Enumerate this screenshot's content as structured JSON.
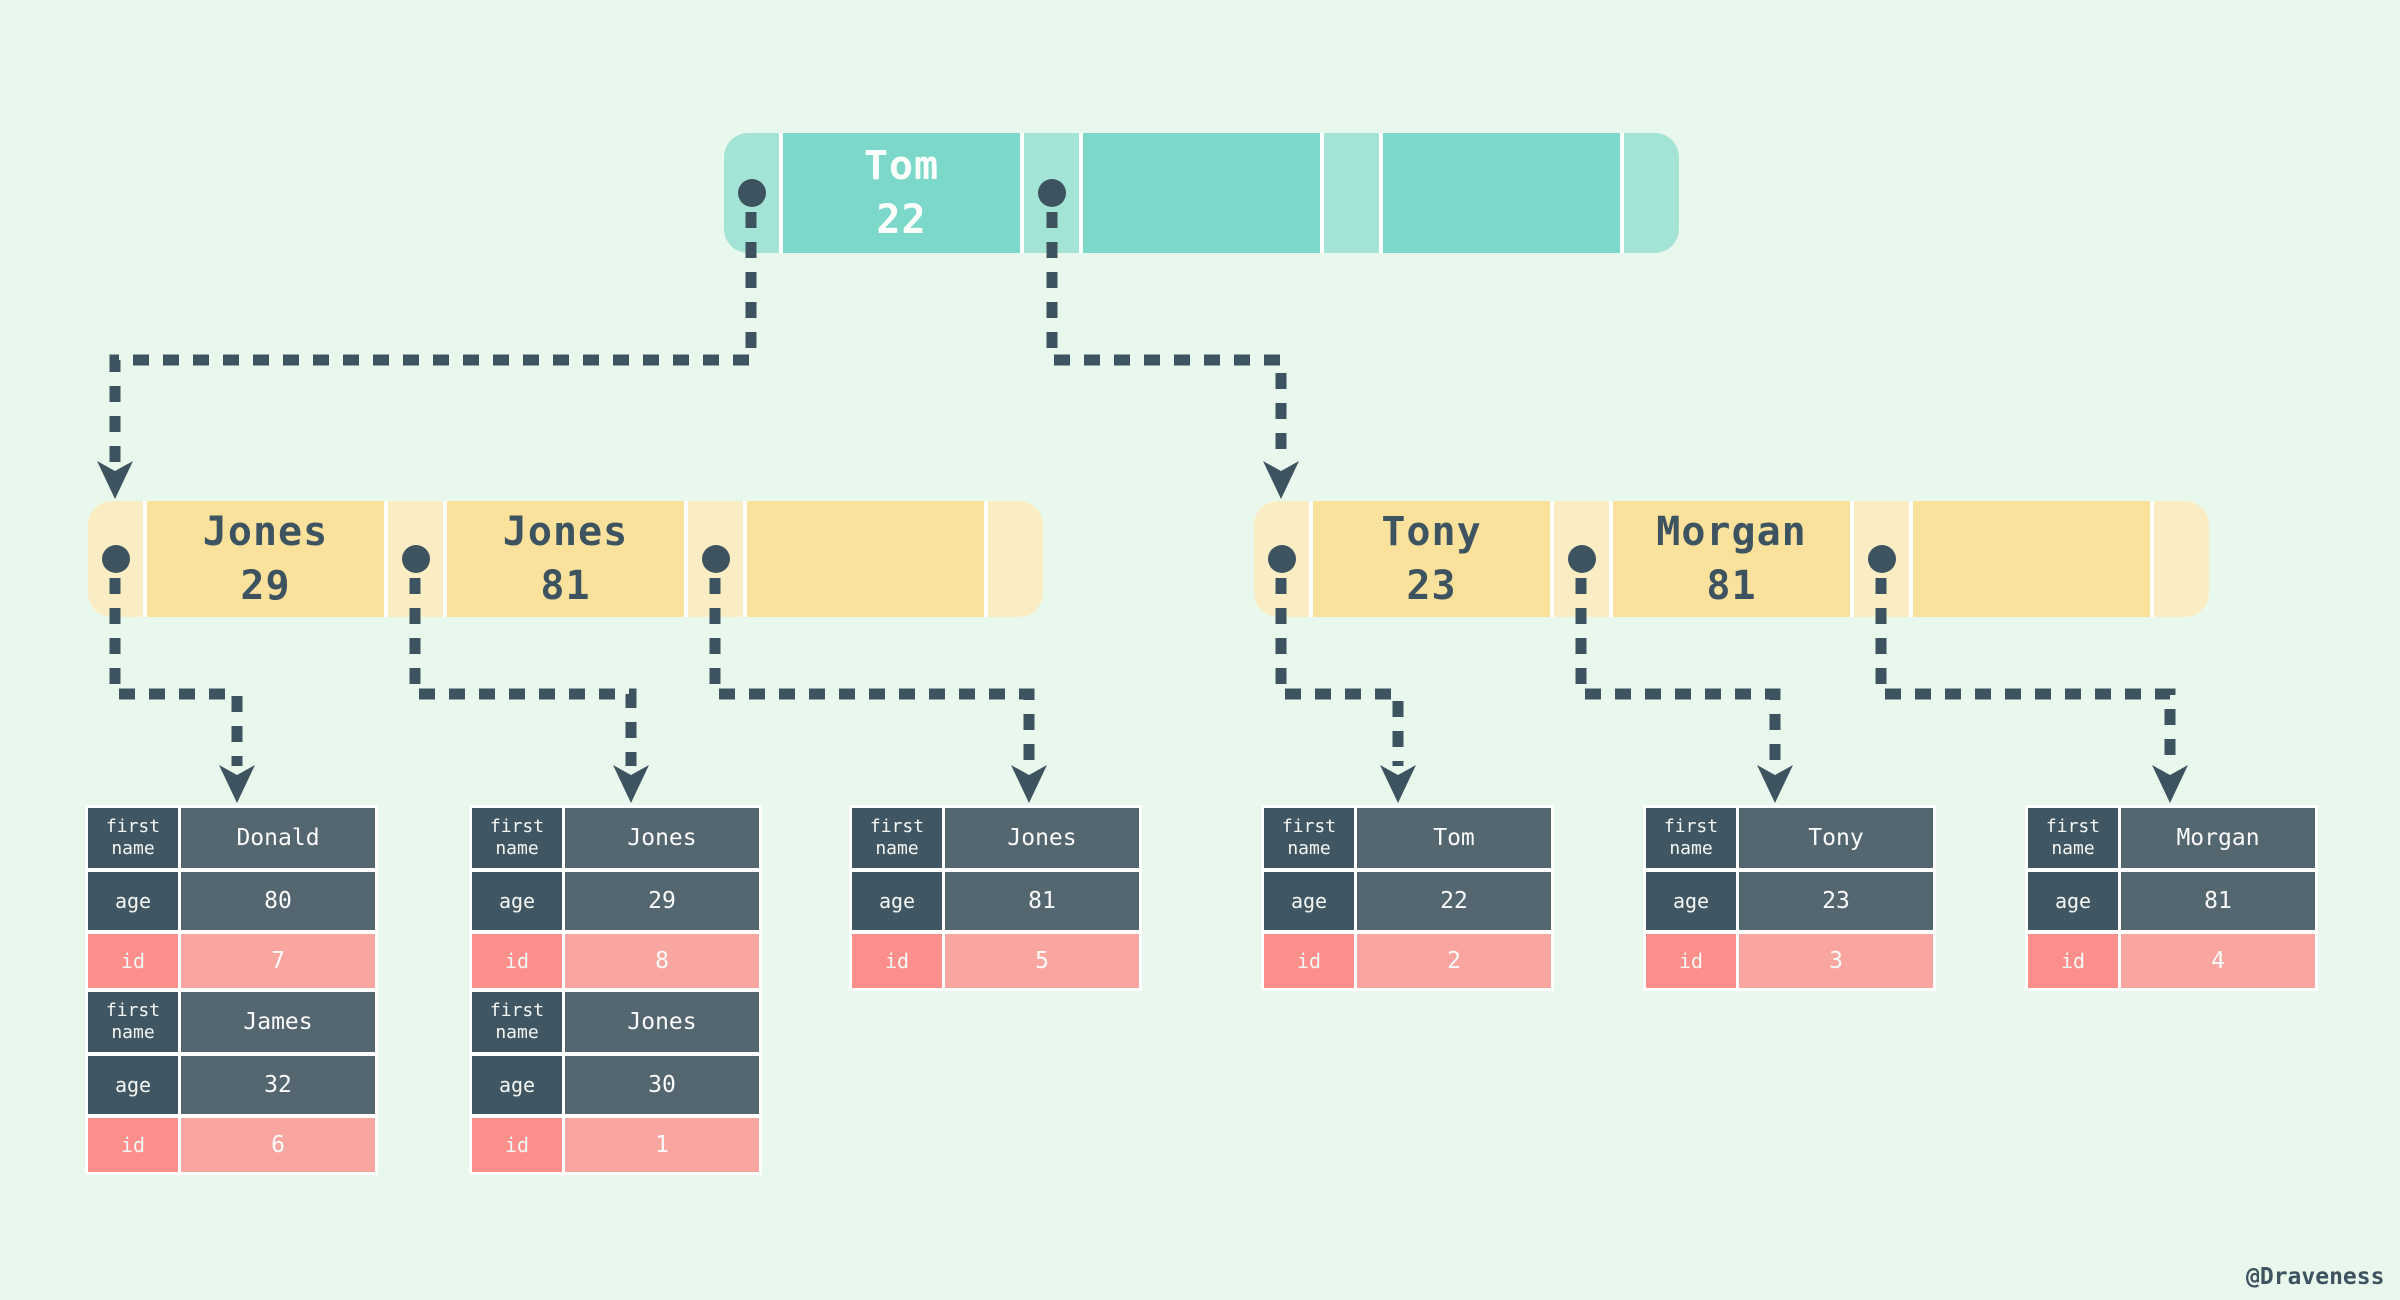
{
  "page": {
    "watermark": "@Draveness"
  },
  "colors": {
    "background": "#E8F8ED",
    "slate": "#3E5360",
    "teal_key": "#7CD8C9",
    "teal_pointer": "#A4E4D6",
    "yellow_key": "#FBE29C",
    "yellow_pointer": "#FAEDC4",
    "table_label_dark": "#405763",
    "table_value_dark": "#54666F",
    "id_label_pink": "#FC8F8B",
    "id_value_pink": "#F9A5A0",
    "text_light": "#FFFFFF"
  },
  "labels": {
    "first": "first",
    "name": "name",
    "age": "age",
    "id": "id"
  },
  "tree": {
    "root": {
      "keys": [
        {
          "line1": "Tom",
          "line2": "22"
        },
        {
          "line1": "",
          "line2": ""
        },
        {
          "line1": "",
          "line2": ""
        }
      ]
    },
    "internal_left": {
      "keys": [
        {
          "line1": "Jones",
          "line2": "29"
        },
        {
          "line1": "Jones",
          "line2": "81"
        },
        {
          "line1": "",
          "line2": ""
        }
      ]
    },
    "internal_right": {
      "keys": [
        {
          "line1": "Tony",
          "line2": "23"
        },
        {
          "line1": "Morgan",
          "line2": "81"
        },
        {
          "line1": "",
          "line2": ""
        }
      ]
    }
  },
  "tables": [
    {
      "records": [
        {
          "first_name": "Donald",
          "age": "80",
          "id": "7"
        },
        {
          "first_name": "James",
          "age": "32",
          "id": "6"
        }
      ]
    },
    {
      "records": [
        {
          "first_name": "Jones",
          "age": "29",
          "id": "8"
        },
        {
          "first_name": "Jones",
          "age": "30",
          "id": "1"
        }
      ]
    },
    {
      "records": [
        {
          "first_name": "Jones",
          "age": "81",
          "id": "5"
        }
      ]
    },
    {
      "records": [
        {
          "first_name": "Tom",
          "age": "22",
          "id": "2"
        }
      ]
    },
    {
      "records": [
        {
          "first_name": "Tony",
          "age": "23",
          "id": "3"
        }
      ]
    },
    {
      "records": [
        {
          "first_name": "Morgan",
          "age": "81",
          "id": "4"
        }
      ]
    }
  ]
}
